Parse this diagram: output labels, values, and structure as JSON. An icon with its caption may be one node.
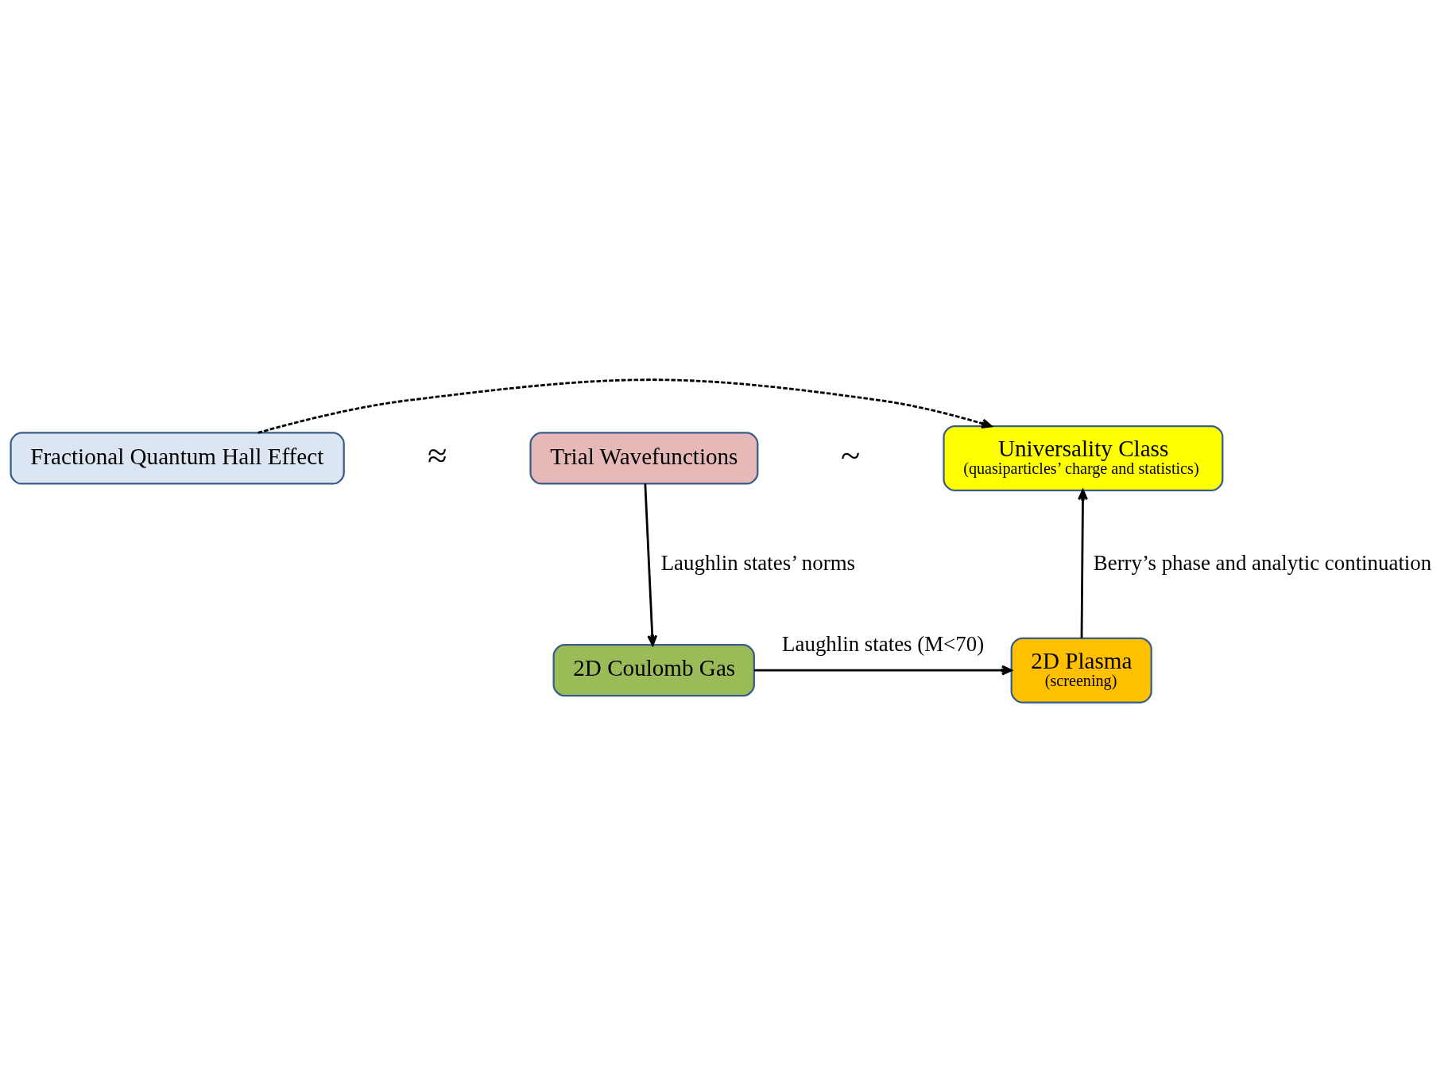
{
  "diagram": {
    "nodes": [
      {
        "text": [
          "Fractional Quantum Hall Effect"
        ]
      },
      {
        "text": [
          "Trial Wavefunctions"
        ]
      },
      {
        "text": [
          "Universality Class",
          "(quasiparticles’ charge and statistics)"
        ]
      },
      {
        "text": [
          "2D Coulomb Gas"
        ]
      },
      {
        "text": [
          "2D Plasma",
          "(screening)"
        ]
      }
    ],
    "edges": [
      {
        "from": 0,
        "to": 2,
        "arrow": "to",
        "style": "dashed"
      },
      {
        "from": 1,
        "to": 3,
        "arrow": "to",
        "label": "Laughlin states’ norms"
      },
      {
        "from": 3,
        "to": 4,
        "arrow": "to",
        "label": "Laughlin states (M<70)"
      },
      {
        "from": 4,
        "to": 2,
        "arrow": "to",
        "label": "Berry’s phase and analytic continuation"
      }
    ],
    "labels": [
      "≈",
      "~"
    ]
  }
}
